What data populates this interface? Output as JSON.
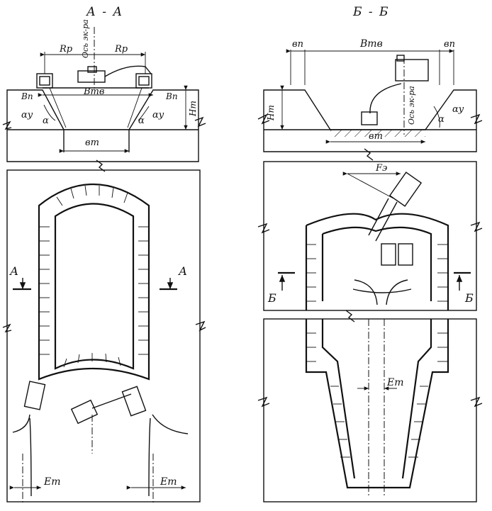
{
  "left_panel": {
    "section_title": "А - А",
    "rr_left": "Rр",
    "rr_right": "Rр",
    "axis_label": "Ось эк-ра",
    "btv": "Втв",
    "bp_left": "Вп",
    "bp_right": "Вп",
    "alpha_y_left": "αу",
    "alpha_left": "α",
    "alpha_right": "α",
    "alpha_y_right": "αу",
    "ht": "Нт",
    "bt": "вт",
    "cut_a_left": "А",
    "cut_a_right": "А",
    "et_left": "Ет",
    "et_right": "Ет"
  },
  "right_panel": {
    "section_title": "Б - Б",
    "bp_left": "вп",
    "btv": "Втв",
    "bp_right": "вп",
    "ht": "Нт",
    "axis_label": "Ось эк-ра",
    "alpha_y": "αу",
    "alpha": "α",
    "bt": "вт",
    "fe": "Fэ",
    "cut_b_left": "Б",
    "cut_b_right": "Б",
    "et": "Ет"
  }
}
